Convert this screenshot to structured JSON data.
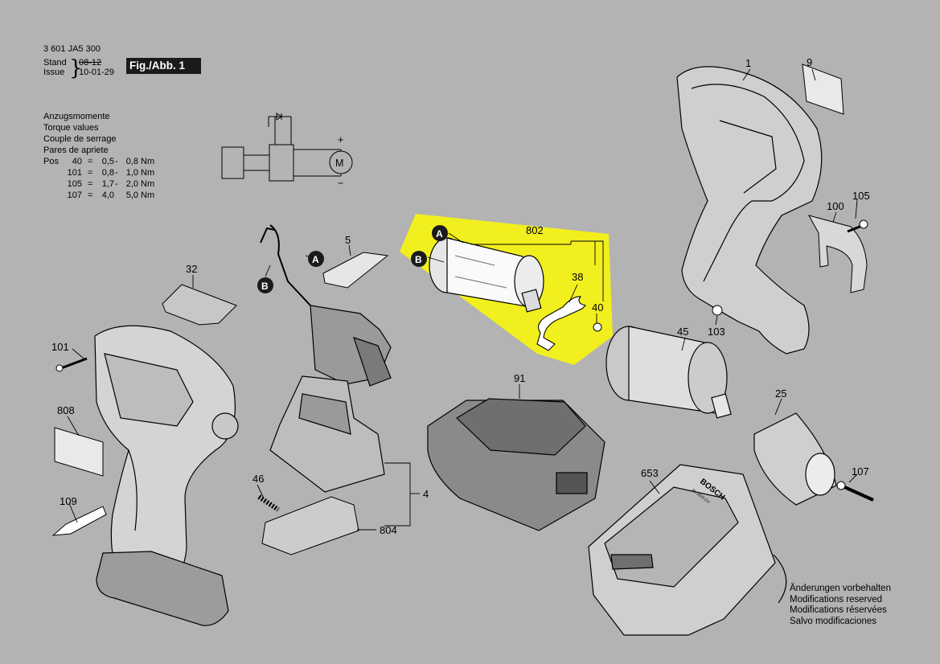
{
  "header": {
    "part_number": "3 601 JA5 300",
    "stand_label": "Stand",
    "stand_old_date": "08-12",
    "issue_label": "Issue",
    "issue_date": "10-01-29",
    "fig_label": "Fig./Abb. 1"
  },
  "torque_table": {
    "titles": [
      "Anzugsmomente",
      "Torque values",
      "Couple de serrage",
      "Pares de apriete"
    ],
    "pos_label": "Pos",
    "rows": [
      {
        "pos": "40",
        "eq": "=",
        "from": "0,5",
        "dash": "-",
        "to": "0,8",
        "unit": "Nm"
      },
      {
        "pos": "101",
        "eq": "=",
        "from": "0,8",
        "dash": "-",
        "to": "1,0",
        "unit": "Nm"
      },
      {
        "pos": "105",
        "eq": "=",
        "from": "1,7",
        "dash": "-",
        "to": "2,0",
        "unit": "Nm"
      },
      {
        "pos": "107",
        "eq": "=",
        "from": "4,0",
        "dash": "",
        "to": "5,0",
        "unit": "Nm"
      }
    ]
  },
  "circuit": {
    "plus": "+",
    "minus": "−",
    "motor": "M"
  },
  "markers": [
    "A",
    "B"
  ],
  "callouts": [
    "1",
    "9",
    "100",
    "105",
    "103",
    "5",
    "32",
    "101",
    "808",
    "109",
    "45",
    "91",
    "25",
    "107",
    "653",
    "46",
    "4",
    "804",
    "802",
    "38",
    "40"
  ],
  "brand": "BOSCH",
  "charger_model": "AL 1820 CV",
  "notes": [
    "Änderungen vorbehalten",
    "Modifications reserved",
    "Modifications réservées",
    "Salvo modificaciones"
  ],
  "colors": {
    "background": "#b3b3b3",
    "highlight": "#f2ef1e",
    "marker": "#1a1a1a"
  }
}
